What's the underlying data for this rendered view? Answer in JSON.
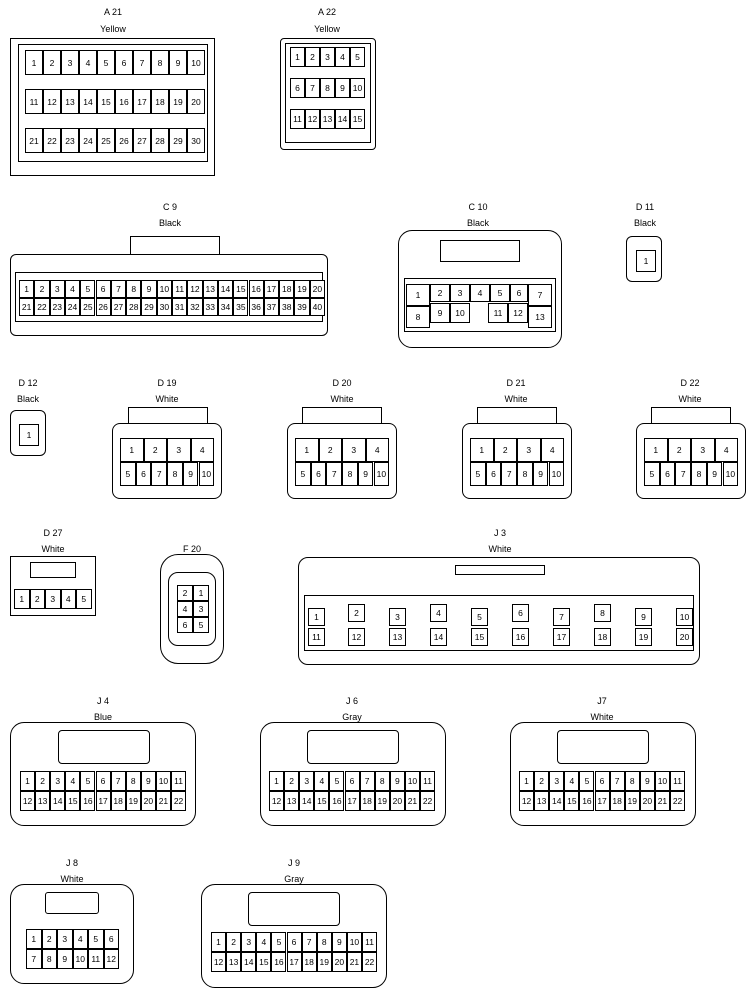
{
  "connectors": {
    "a21": {
      "id": "A 21",
      "color": "Yellow",
      "rows": [
        [
          "1",
          "2",
          "3",
          "4",
          "5",
          "6",
          "7",
          "8",
          "9",
          "10"
        ],
        [
          "11",
          "12",
          "13",
          "14",
          "15",
          "16",
          "17",
          "18",
          "19",
          "20"
        ],
        [
          "21",
          "22",
          "23",
          "24",
          "25",
          "26",
          "27",
          "28",
          "29",
          "30"
        ]
      ]
    },
    "a22": {
      "id": "A 22",
      "color": "Yellow",
      "rows": [
        [
          "1",
          "2",
          "3",
          "4",
          "5"
        ],
        [
          "6",
          "7",
          "8",
          "9",
          "10"
        ],
        [
          "11",
          "12",
          "13",
          "14",
          "15"
        ]
      ]
    },
    "c9": {
      "id": "C 9",
      "color": "Black",
      "rows": [
        [
          "1",
          "2",
          "3",
          "4",
          "5",
          "6",
          "7",
          "8",
          "9",
          "10",
          "11",
          "12",
          "13",
          "14",
          "15",
          "16",
          "17",
          "18",
          "19",
          "20"
        ],
        [
          "21",
          "22",
          "23",
          "24",
          "25",
          "26",
          "27",
          "28",
          "29",
          "30",
          "31",
          "32",
          "33",
          "34",
          "35",
          "36",
          "37",
          "38",
          "39",
          "40"
        ]
      ]
    },
    "c10": {
      "id": "C 10",
      "color": "Black",
      "top": [
        "1",
        "2",
        "3",
        "4",
        "5",
        "6",
        "7"
      ],
      "bottom": [
        "8",
        "9",
        "10",
        "11",
        "12",
        "13"
      ]
    },
    "d11": {
      "id": "D 11",
      "color": "Black",
      "rows": [
        [
          "1"
        ]
      ]
    },
    "d12": {
      "id": "D 12",
      "color": "Black",
      "rows": [
        [
          "1"
        ]
      ]
    },
    "d19": {
      "id": "D 19",
      "color": "White",
      "top": [
        "1",
        "2",
        "3",
        "4"
      ],
      "bottom": [
        "5",
        "6",
        "7",
        "8",
        "9",
        "10"
      ]
    },
    "d20": {
      "id": "D 20",
      "color": "White",
      "top": [
        "1",
        "2",
        "3",
        "4"
      ],
      "bottom": [
        "5",
        "6",
        "7",
        "8",
        "9",
        "10"
      ]
    },
    "d21": {
      "id": "D 21",
      "color": "White",
      "top": [
        "1",
        "2",
        "3",
        "4"
      ],
      "bottom": [
        "5",
        "6",
        "7",
        "8",
        "9",
        "10"
      ]
    },
    "d22": {
      "id": "D 22",
      "color": "White",
      "top": [
        "1",
        "2",
        "3",
        "4"
      ],
      "bottom": [
        "5",
        "6",
        "7",
        "8",
        "9",
        "10"
      ]
    },
    "d27": {
      "id": "D 27",
      "color": "White",
      "rows": [
        [
          "1",
          "2",
          "3",
          "4",
          "5"
        ]
      ]
    },
    "f20": {
      "id": "F 20",
      "color": "White",
      "rows": [
        [
          "2",
          "1"
        ],
        [
          "4",
          "3"
        ],
        [
          "6",
          "5"
        ]
      ]
    },
    "j3": {
      "id": "J 3",
      "color": "White",
      "top": [
        "1",
        "2",
        "3",
        "4",
        "5",
        "6",
        "7",
        "8",
        "9",
        "10"
      ],
      "bottom": [
        "11",
        "12",
        "13",
        "14",
        "15",
        "16",
        "17",
        "18",
        "19",
        "20"
      ]
    },
    "j4": {
      "id": "J 4",
      "color": "Blue",
      "rows": [
        [
          "1",
          "2",
          "3",
          "4",
          "5",
          "6",
          "7",
          "8",
          "9",
          "10",
          "11"
        ],
        [
          "12",
          "13",
          "14",
          "15",
          "16",
          "17",
          "18",
          "19",
          "20",
          "21",
          "22"
        ]
      ]
    },
    "j6": {
      "id": "J 6",
      "color": "Gray",
      "rows": [
        [
          "1",
          "2",
          "3",
          "4",
          "5",
          "6",
          "7",
          "8",
          "9",
          "10",
          "11"
        ],
        [
          "12",
          "13",
          "14",
          "15",
          "16",
          "17",
          "18",
          "19",
          "20",
          "21",
          "22"
        ]
      ]
    },
    "j7": {
      "id": "J7",
      "color": "White",
      "rows": [
        [
          "1",
          "2",
          "3",
          "4",
          "5",
          "6",
          "7",
          "8",
          "9",
          "10",
          "11"
        ],
        [
          "12",
          "13",
          "14",
          "15",
          "16",
          "17",
          "18",
          "19",
          "20",
          "21",
          "22"
        ]
      ]
    },
    "j8": {
      "id": "J 8",
      "color": "White",
      "rows": [
        [
          "1",
          "2",
          "3",
          "4",
          "5",
          "6"
        ],
        [
          "7",
          "8",
          "9",
          "10",
          "11",
          "12"
        ]
      ]
    },
    "j9": {
      "id": "J 9",
      "color": "Gray",
      "rows": [
        [
          "1",
          "2",
          "3",
          "4",
          "5",
          "6",
          "7",
          "8",
          "9",
          "10",
          "11"
        ],
        [
          "12",
          "13",
          "14",
          "15",
          "16",
          "17",
          "18",
          "19",
          "20",
          "21",
          "22"
        ]
      ]
    }
  }
}
